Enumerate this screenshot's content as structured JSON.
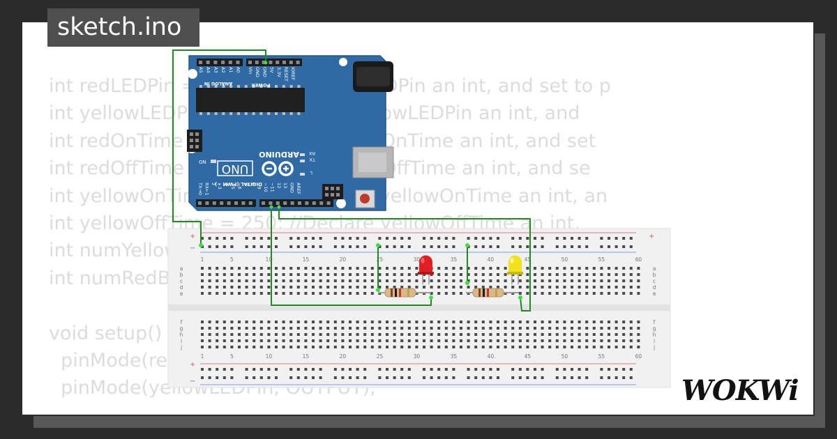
{
  "sketch": {
    "filename": "sketch.ino"
  },
  "code_lines": [
    "int redLEDPin = 10; //Declare redLEDPin an int, and set to p",
    "int yellowLEDPin = 9; //Declare yellowLEDPin an int, and",
    "int redOnTime = 250; //Declare redOnTime an int, and set",
    "int redOffTime = 250; //Declare redOffTime an int, and se",
    "int yellowOnTime = 250; //Declare yellowOnTime an int, an",
    "int yellowOffTime = 250; //Declare yellowOffTime an int,",
    "int numYellowBlinks = 5;",
    "int numRedBlinks = 5;",
    "",
    "void setup() {",
    "  pinMode(redLEDPin, OUTPUT);",
    "  pinMode(yellowLEDPin, OUTPUT);"
  ],
  "arduino": {
    "brand": "ARDUINO",
    "model": "UNO",
    "analog_label": "ANALOG IN",
    "power_label": "POWER",
    "digital_label": "DIGITAL (PWM ~)",
    "on_label": "ON",
    "tx_label": "TX",
    "rx_label": "RX",
    "l_label": "L",
    "analog_pins": [
      "A5",
      "A4",
      "A3",
      "A2",
      "A1",
      "A0"
    ],
    "power_pins": [
      "Vin",
      "GND",
      "GND",
      "5V",
      "3.3V",
      "RESET",
      "IOREF"
    ],
    "digital_pins": [
      "TX→0",
      "RX←1",
      "2",
      "~3",
      "4",
      "~5",
      "~6",
      "7",
      "8",
      "~9",
      "~10",
      "~11",
      "12",
      "13",
      "GND",
      "AREF"
    ]
  },
  "breadboard": {
    "column_numbers": [
      "1",
      "5",
      "10",
      "15",
      "20",
      "25",
      "30",
      "35",
      "40",
      "45",
      "50",
      "55",
      "60"
    ],
    "rows_top": [
      "a",
      "b",
      "c",
      "d",
      "e"
    ],
    "rows_bottom": [
      "f",
      "g",
      "h",
      "i",
      "j"
    ],
    "plus_label": "+",
    "minus_label": "−"
  },
  "components": {
    "red_led_color": "#e02020",
    "yellow_led_color": "#f2e21c",
    "wire_color": "#1f8a1f",
    "board_color": "#2f6aa5"
  },
  "branding": {
    "logo": "WOKWi"
  }
}
